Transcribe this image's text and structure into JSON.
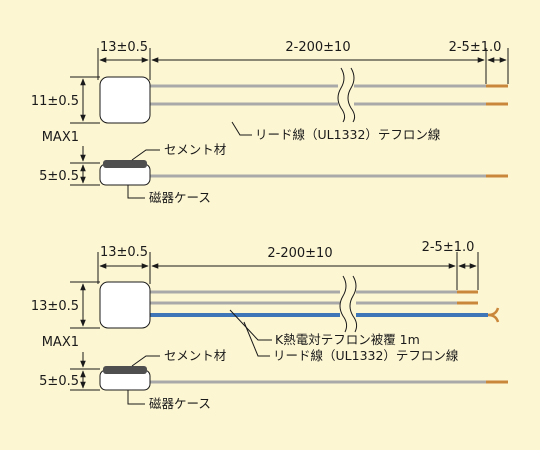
{
  "colors": {
    "background": "#fdf6d3",
    "body_fill": "#ffffff",
    "cement": "#4f4f4f",
    "lead_wire": "#a9a9a9",
    "thermocouple_wire": "#3f76b8",
    "wire_tip": "#c9873b",
    "line": "#1a1a1a"
  },
  "top_diagram": {
    "dim_width": "13±0.5",
    "dim_length": "2-200±10",
    "dim_strip": "2-5±1.0",
    "dim_height": "11±0.5",
    "dim_max": "MAX1",
    "dim_thickness": "5±0.5",
    "label_lead_wire": "リード線（UL1332）テフロン線",
    "label_cement": "セメント材",
    "label_case": "磁器ケース"
  },
  "bottom_diagram": {
    "dim_width": "13±0.5",
    "dim_length": "2-200±10",
    "dim_strip": "2-5±1.0",
    "dim_height": "13±0.5",
    "dim_max": "MAX1",
    "dim_thickness": "5±0.5",
    "label_thermocouple": "K熱電対テフロン被覆 1m",
    "label_lead_wire": "リード線（UL1332）テフロン線",
    "label_cement": "セメント材",
    "label_case": "磁器ケース"
  }
}
